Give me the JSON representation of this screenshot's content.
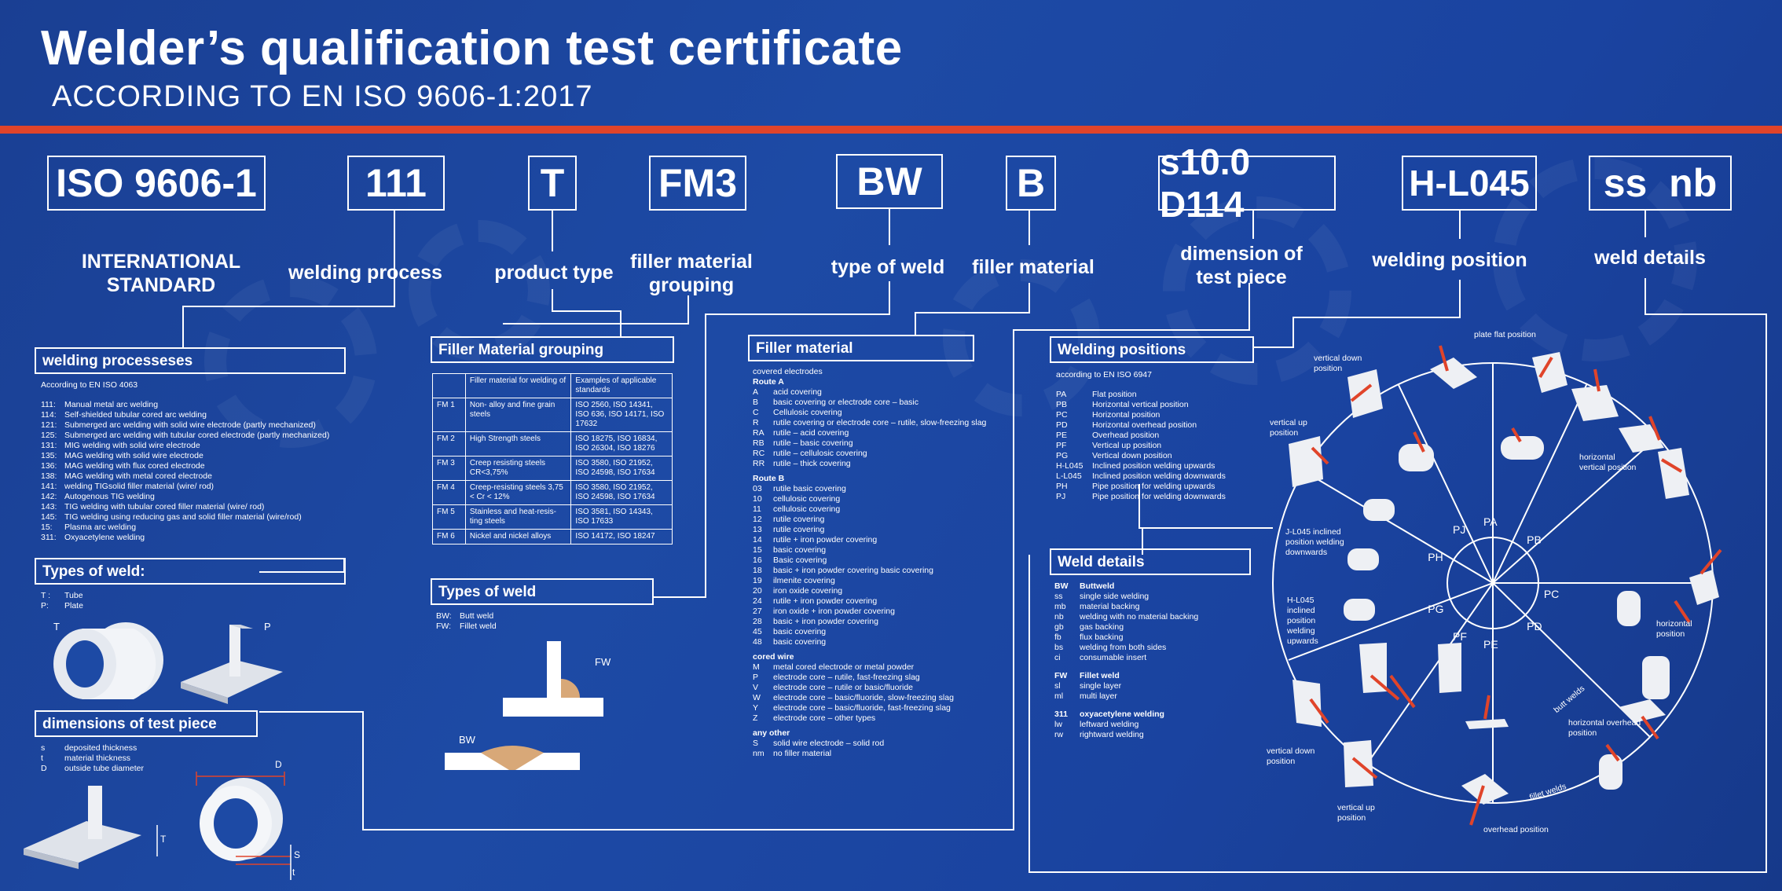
{
  "header": {
    "title": "Welder’s qualification test certificate",
    "subtitle": "ACCORDING TO EN ISO 9606-1:2017"
  },
  "codes": [
    {
      "code": "ISO 9606-1",
      "label": "INTERNATIONAL STANDARD"
    },
    {
      "code": "111",
      "label": "welding process"
    },
    {
      "code": "T",
      "label": "product type"
    },
    {
      "code": "FM3",
      "label": "filler material grouping"
    },
    {
      "code": "BW",
      "label": "type of weld"
    },
    {
      "code": "B",
      "label": "filler material"
    },
    {
      "code": "s10.0 D114",
      "label": "dimension of test piece"
    },
    {
      "code": "H-L045",
      "label": "welding position"
    },
    {
      "code": "ss  nb",
      "label": "weld details"
    }
  ],
  "processes": {
    "title": "welding processeses",
    "intro": "According to EN ISO 4063",
    "items": [
      [
        "111:",
        "Manual metal arc welding"
      ],
      [
        "114:",
        "Self-shielded tubular cored arc welding"
      ],
      [
        "121:",
        "Submerged arc welding with solid wire electrode (partly mechanized)"
      ],
      [
        "125:",
        "Submerged arc welding with tubular cored electrode (partly mechanized)"
      ],
      [
        "131:",
        "MIG welding with solid wire electrode"
      ],
      [
        "135:",
        "MAG welding with solid wire electrode"
      ],
      [
        "136:",
        "MAG welding with flux cored electrode"
      ],
      [
        "138:",
        "MAG welding with metal cored electrode"
      ],
      [
        "141:",
        "welding  TIGsolid filler material (wire/ rod)"
      ],
      [
        "142:",
        "Autogenous TIG welding"
      ],
      [
        "143:",
        "TIG welding with tubular cored filler material (wire/ rod)"
      ],
      [
        "145:",
        "TIG welding using reducing gas and solid filler material (wire/rod)"
      ],
      [
        "15:",
        "Plasma arc welding"
      ],
      [
        "311:",
        "Oxyacetylene welding"
      ]
    ]
  },
  "product_types": {
    "title": "Types of weld:",
    "items": [
      [
        "T :",
        "Tube"
      ],
      [
        "P:",
        "Plate"
      ]
    ],
    "t_label": "T",
    "p_label": "P"
  },
  "dimensions": {
    "title": "dimensions of test piece",
    "items": [
      [
        "s",
        "deposited thickness"
      ],
      [
        "t",
        "material thickness"
      ],
      [
        "D",
        "outside tube diameter"
      ]
    ],
    "t_mark": "T",
    "s_mark": "S",
    "d_mark": "D",
    "t_small": "t"
  },
  "fm_grouping": {
    "title": "Filler Material grouping",
    "head": [
      "",
      "Filler material for welding of",
      "Examples of applicable standards"
    ],
    "rows": [
      [
        "FM 1",
        "Non- alloy and fine grain steels",
        "ISO 2560, ISO 14341, ISO 636, ISO 14171, ISO 17632"
      ],
      [
        "FM 2",
        "High Strength steels",
        "ISO 18275, ISO 16834, ISO 26304, ISO 18276"
      ],
      [
        "FM 3",
        "Creep resisting steels CR<3,75%",
        "ISO 3580, ISO 21952, ISO 24598, ISO 17634"
      ],
      [
        "FM 4",
        "Creep-resisting steels 3,75 < Cr < 12%",
        "ISO 3580, ISO 21952, ISO 24598, ISO 17634"
      ],
      [
        "FM 5",
        "Stainless and heat-resis-ting steels",
        "ISO 3581, ISO 14343, ISO 17633"
      ],
      [
        "FM 6",
        "Nickel and nickel alloys",
        "ISO 14172, ISO 18247"
      ]
    ]
  },
  "weld_types": {
    "title": "Types of weld",
    "items": [
      [
        "BW:",
        "Butt weld"
      ],
      [
        "FW:",
        "Fillet weld"
      ]
    ],
    "fw": "FW",
    "bw": "BW"
  },
  "filler": {
    "title": "Filler material",
    "covered": "covered electrodes",
    "routeA": "Route A",
    "a_items": [
      [
        "A",
        "acid covering"
      ],
      [
        "B",
        "basic covering or electrode core – basic"
      ],
      [
        "C",
        "Cellulosic covering"
      ],
      [
        "R",
        "rutile covering or electrode core – rutile, slow-freezing slag"
      ],
      [
        "RA",
        "rutile – acid covering"
      ],
      [
        "RB",
        "rutile – basic covering"
      ],
      [
        "RC",
        "rutile – cellulosic covering"
      ],
      [
        "RR",
        "rutile – thick covering"
      ]
    ],
    "routeB": "Route B",
    "b_items": [
      [
        "03",
        "rutile basic covering"
      ],
      [
        "10",
        "cellulosic covering"
      ],
      [
        "11",
        "cellulosic covering"
      ],
      [
        "12",
        "rutile covering"
      ],
      [
        "13",
        "rutile covering"
      ],
      [
        "14",
        "rutile + iron powder covering"
      ],
      [
        "15",
        "basic covering"
      ],
      [
        "16",
        "Basic covering"
      ],
      [
        "18",
        "basic + iron powder covering basic covering"
      ],
      [
        "19",
        "ilmenite covering"
      ],
      [
        "20",
        "iron oxide covering"
      ],
      [
        "24",
        "rutile + iron powder covering"
      ],
      [
        "27",
        "iron oxide + iron powder covering"
      ],
      [
        "28",
        "basic + iron powder covering"
      ],
      [
        "45",
        "basic covering"
      ],
      [
        "48",
        "basic covering"
      ]
    ],
    "cored": "cored wire",
    "c_items": [
      [
        "M",
        "metal cored electrode or metal powder"
      ],
      [
        "P",
        "electrode core – rutile, fast-freezing slag"
      ],
      [
        "V",
        "electrode core – rutile or basic/fluoride"
      ],
      [
        "W",
        "electrode core – basic/fluoride, slow-freezing slag"
      ],
      [
        "Y",
        "electrode core – basic/fluoride, fast-freezing slag"
      ],
      [
        "Z",
        "electrode core – other types"
      ]
    ],
    "other": "any other",
    "o_items": [
      [
        "S",
        "solid wire electrode – solid rod"
      ],
      [
        "nm",
        "no   filler material"
      ]
    ]
  },
  "positions": {
    "title": "Welding positions",
    "intro": "according to EN ISO 6947",
    "items": [
      [
        "PA",
        "Flat position"
      ],
      [
        "PB",
        "Horizontal vertical position"
      ],
      [
        "PC",
        "Horizontal position"
      ],
      [
        "PD",
        "Horizontal overhead position"
      ],
      [
        "PE",
        "Overhead position"
      ],
      [
        "PF",
        "Vertical up position"
      ],
      [
        "PG",
        "Vertical down position"
      ],
      [
        "H-L045",
        "Inclined position welding upwards"
      ],
      [
        "L-L045",
        "Inclined position welding downwards"
      ],
      [
        "PH",
        "Pipe position for welding upwards"
      ],
      [
        "PJ",
        "Pipe position for welding downwards"
      ]
    ]
  },
  "details": {
    "title": "Weld details",
    "bw": [
      "BW",
      "Buttweld"
    ],
    "bw_items": [
      [
        "ss",
        "single side welding"
      ],
      [
        "mb",
        "material backing"
      ],
      [
        "nb",
        "welding with no material backing"
      ],
      [
        "gb",
        "gas backing"
      ],
      [
        "fb",
        "flux backing"
      ],
      [
        "bs",
        "welding from both sides"
      ],
      [
        "ci",
        "consumable insert"
      ]
    ],
    "fw": [
      "FW",
      "Fillet weld"
    ],
    "fw_items": [
      [
        "sl",
        "single layer"
      ],
      [
        "ml",
        "multi layer"
      ]
    ],
    "ox": [
      "311",
      "oxyacetylene welding"
    ],
    "ox_items": [
      [
        "lw",
        "leftward welding"
      ],
      [
        "rw",
        "rightward welding"
      ]
    ]
  },
  "diagram": {
    "inner": [
      "PA",
      "PB",
      "PC",
      "PD",
      "PE",
      "PF",
      "PG",
      "PH",
      "PJ"
    ],
    "labels": {
      "plate_flat": "plate flat position",
      "vdown_top": "vertical down position",
      "vup_left": "vertical up position",
      "hv": "horizontal vertical position",
      "jl045": "J-L045 inclined position welding downwards",
      "hl045": "H-L045 inclined position welding upwards",
      "horizontal": "horizontal position",
      "vdown_bottom": "vertical down position",
      "butt": "butt welds",
      "h_overhead": "horizontal overhead position",
      "fillet": "fillet welds",
      "vup_bottom": "vertical up position",
      "overhead": "overhead position"
    }
  },
  "colors": {
    "bg": "#1b45a0",
    "accent": "#e0442a",
    "weld": "#d8a878"
  }
}
